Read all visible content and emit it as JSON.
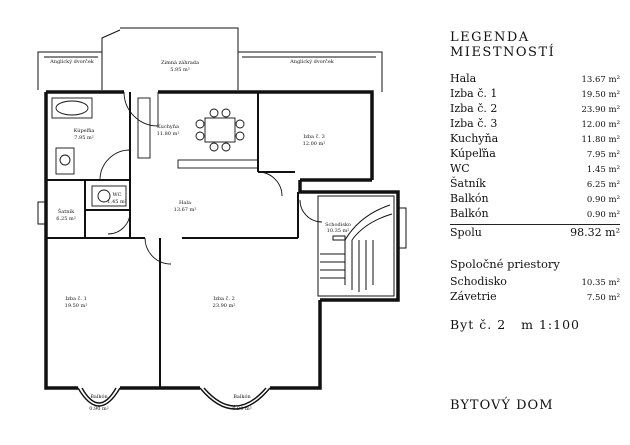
{
  "plan": {
    "rooms": {
      "balcony_left": "Anglický dvorček",
      "winter_garden": "Zimná záhrada",
      "winter_garden_area": "5.95 m²",
      "balcony_right": "Anglický dvorček",
      "bathroom": "Kúpeľňa",
      "bathroom_area": "7.95 m²",
      "kitchen": "Kuchyňa",
      "kitchen_area": "11.80 m²",
      "room3": "Izba č. 3",
      "room3_area": "12.00 m²",
      "wc": "WC",
      "wc_area": "1.45 m²",
      "closet": "Šatník",
      "closet_area": "6.25 m²",
      "hall": "Hala",
      "hall_area": "13.67 m²",
      "stairs": "Schodisko",
      "stairs_area": "10.35 m²",
      "room1": "Izba č. 1",
      "room1_area": "19.50 m²",
      "room2": "Izba č. 2",
      "room2_area": "23.90 m²",
      "balcony1": "Balkón",
      "balcony1_area": "0.90 m²",
      "balcony2": "Balkón",
      "balcony2_area": "0.90 m²"
    }
  },
  "legend": {
    "title": "LEGENDA MIESTNOSTÍ",
    "rows": [
      {
        "name": "Hala",
        "area": "13.67 m²"
      },
      {
        "name": "Izba č. 1",
        "area": "19.50 m²"
      },
      {
        "name": "Izba č. 2",
        "area": "23.90 m²"
      },
      {
        "name": "Izba č. 3",
        "area": "12.00 m²"
      },
      {
        "name": "Kuchyňa",
        "area": "11.80 m²"
      },
      {
        "name": "Kúpeľňa",
        "area": "7.95 m²"
      },
      {
        "name": "WC",
        "area": "1.45 m²"
      },
      {
        "name": "Šatník",
        "area": "6.25 m²"
      },
      {
        "name": "Balkón",
        "area": "0.90 m²"
      },
      {
        "name": "Balkón",
        "area": "0.90 m²"
      }
    ],
    "total_label": "Spolu",
    "total_value": "98.32 m²",
    "common_title": "Spoločné priestory",
    "common_rows": [
      {
        "name": "Schodisko",
        "area": "10.35 m²"
      },
      {
        "name": "Závetrie",
        "area": "7.50 m²"
      }
    ],
    "apartment_label": "Byt č. 2",
    "scale": "m 1:100"
  },
  "building_label": "BYTOVÝ DOM"
}
